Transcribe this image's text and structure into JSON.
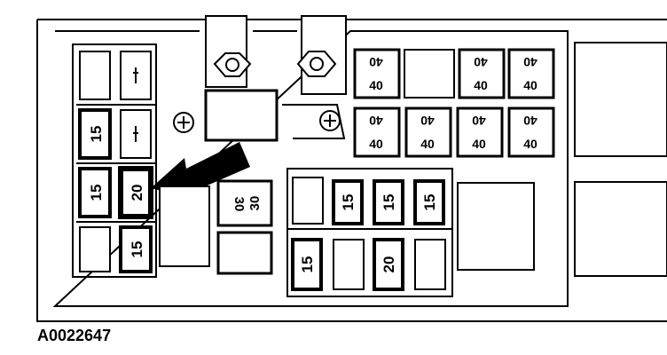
{
  "reference_code": "A0022647",
  "fuses": {
    "left_column": {
      "r2_top": "15",
      "r3_left": "15",
      "r3_right": "20",
      "r4_right": "15"
    },
    "relay_center": {
      "a": "30",
      "b": "30"
    },
    "maxi_top_row": [
      {
        "a": "40",
        "b": "40"
      },
      {
        "a": "40",
        "b": "40"
      },
      {
        "a": "40",
        "b": "40"
      }
    ],
    "maxi_second_row": [
      {
        "a": "40",
        "b": "40"
      },
      {
        "a": "40",
        "b": "40"
      },
      {
        "a": "40",
        "b": "40"
      },
      {
        "a": "40",
        "b": "40"
      }
    ],
    "lower_right_upper": [
      "15",
      "15",
      "15"
    ],
    "lower_right_lower": [
      "15",
      "20"
    ]
  }
}
